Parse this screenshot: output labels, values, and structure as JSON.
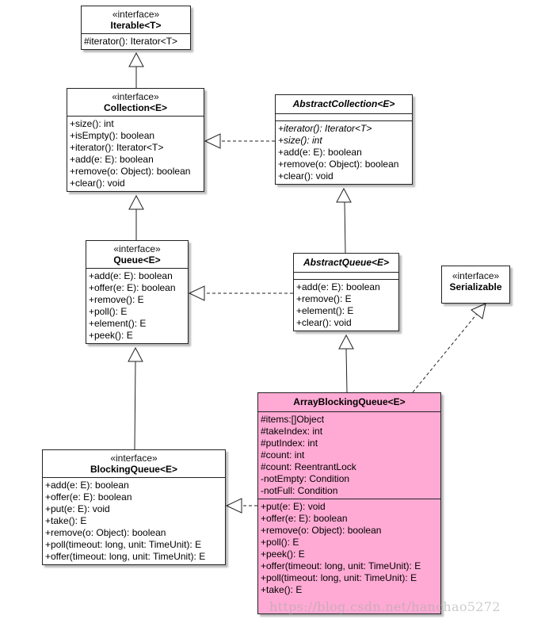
{
  "iterable": {
    "stereotype": "«interface»",
    "name": "Iterable<T>",
    "methods": [
      "#iterator(): Iterator<T>"
    ]
  },
  "collection": {
    "stereotype": "«interface»",
    "name": "Collection<E>",
    "methods": [
      "+size(): int",
      "+isEmpty(): boolean",
      "+iterator(): Iterator<T>",
      "+add(e: E): boolean",
      "+remove(o: Object): boolean",
      "+clear(): void"
    ]
  },
  "abstract_collection": {
    "name": "AbstractCollection<E>",
    "methods": [
      "+iterator(): Iterator<T>",
      "+size(): int",
      "+add(e: E): boolean",
      "+remove(o: Object): boolean",
      "+clear(): void"
    ]
  },
  "queue": {
    "stereotype": "«interface»",
    "name": "Queue<E>",
    "methods": [
      "+add(e: E): boolean",
      "+offer(e: E): boolean",
      "+remove(): E",
      "+poll(): E",
      "+element(): E",
      "+peek(): E"
    ]
  },
  "abstract_queue": {
    "name": "AbstractQueue<E>",
    "methods": [
      "+add(e: E): boolean",
      "+remove(): E",
      "+element(): E",
      "+clear(): void"
    ]
  },
  "serializable": {
    "stereotype": "«interface»",
    "name": "Serializable"
  },
  "blocking_queue": {
    "stereotype": "«interface»",
    "name": "BlockingQueue<E>",
    "methods": [
      "+add(e: E): boolean",
      "+offer(e: E): boolean",
      "+put(e: E): void",
      "+take(): E",
      "+remove(o: Object): boolean",
      "+poll(timeout: long, unit: TimeUnit): E",
      "+offer(timeout: long, unit: TimeUnit): E"
    ]
  },
  "array_blocking_queue": {
    "name": "ArrayBlockingQueue<E>",
    "fields": [
      "#items:[]Object",
      "#takeIndex: int",
      "#putIndex: int",
      "#count: int",
      "#count: ReentrantLock",
      "-notEmpty: Condition",
      "-notFull: Condition"
    ],
    "methods": [
      "+put(e: E): void",
      "+offer(e: E): boolean",
      "+remove(o: Object): boolean",
      "+poll(): E",
      "+peek(): E",
      "+offer(timeout: long, unit: TimeUnit): E",
      "+poll(timeout: long, unit: TimeUnit): E",
      "+take(): E"
    ]
  },
  "colors": {
    "class_fill": "#ffffff",
    "highlight_fill": "#ffaad4",
    "line": "#222222"
  },
  "watermark": "https://blog.csdn.net/hanchao5272"
}
